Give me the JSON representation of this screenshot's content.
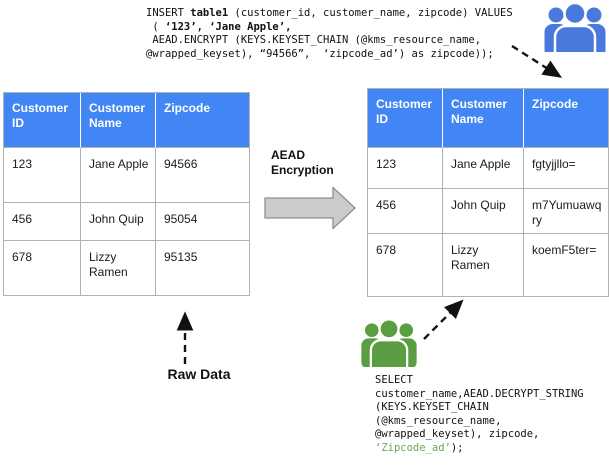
{
  "insert_query": {
    "lines": [
      [
        {
          "t": "INSERT "
        },
        {
          "t": "table1",
          "b": 1
        },
        {
          "t": " (customer_id, customer_name, zipcode) VALUES"
        }
      ],
      [
        {
          "t": " ( "
        },
        {
          "t": "‘123’, ‘Jane Apple’,",
          "b": 1
        }
      ],
      [
        {
          "t": " AEAD.ENCRYPT (KEYS.KEYSET_CHAIN (@kms_resource_name,"
        }
      ],
      [
        {
          "t": "@wrapped_keyset), “94566”,  ‘zipcode_ad’) as zipcode));"
        }
      ]
    ]
  },
  "select_query": {
    "lines": [
      [
        {
          "t": "SELECT"
        }
      ],
      [
        {
          "t": "customer_name,AEAD.DECRYPT_STRING"
        }
      ],
      [
        {
          "t": "(KEYS.KEYSET_CHAIN"
        }
      ],
      [
        {
          "t": "(@kms_resource_name,"
        }
      ],
      [
        {
          "t": "@wrapped_keyset), zipcode,"
        }
      ],
      [
        {
          "t": "‘Zipcode_ad’",
          "g": 1
        },
        {
          "t": ");"
        }
      ]
    ]
  },
  "left_table": {
    "headers": [
      "Customer ID",
      "Customer Name",
      "Zipcode"
    ],
    "rows": [
      [
        "123",
        "Jane Apple",
        "94566"
      ],
      [
        "456",
        "John Quip",
        "95054"
      ],
      [
        "678",
        "Lizzy Ramen",
        "95135"
      ]
    ]
  },
  "right_table": {
    "headers": [
      "Customer ID",
      "Customer Name",
      "Zipcode"
    ],
    "rows": [
      [
        "123",
        "Jane Apple",
        "fgtyjjllo="
      ],
      [
        "456",
        "John Quip",
        "m7Yumuawqry"
      ],
      [
        "678",
        "Lizzy Ramen",
        "koemF5ter="
      ]
    ]
  },
  "transform_label": "AEAD Encryption",
  "raw_data_label": "Raw Data",
  "icons": {
    "insert_users": "people-group-icon-blue",
    "select_users": "people-group-icon-green"
  },
  "colors": {
    "table_header_blue": "#4285f4",
    "people_icon_blue": "#4a79dd",
    "people_icon_green": "#5b9e41",
    "code_highlight_green": "#6aa84f",
    "block_arrow_gray": "#cccbcb"
  }
}
